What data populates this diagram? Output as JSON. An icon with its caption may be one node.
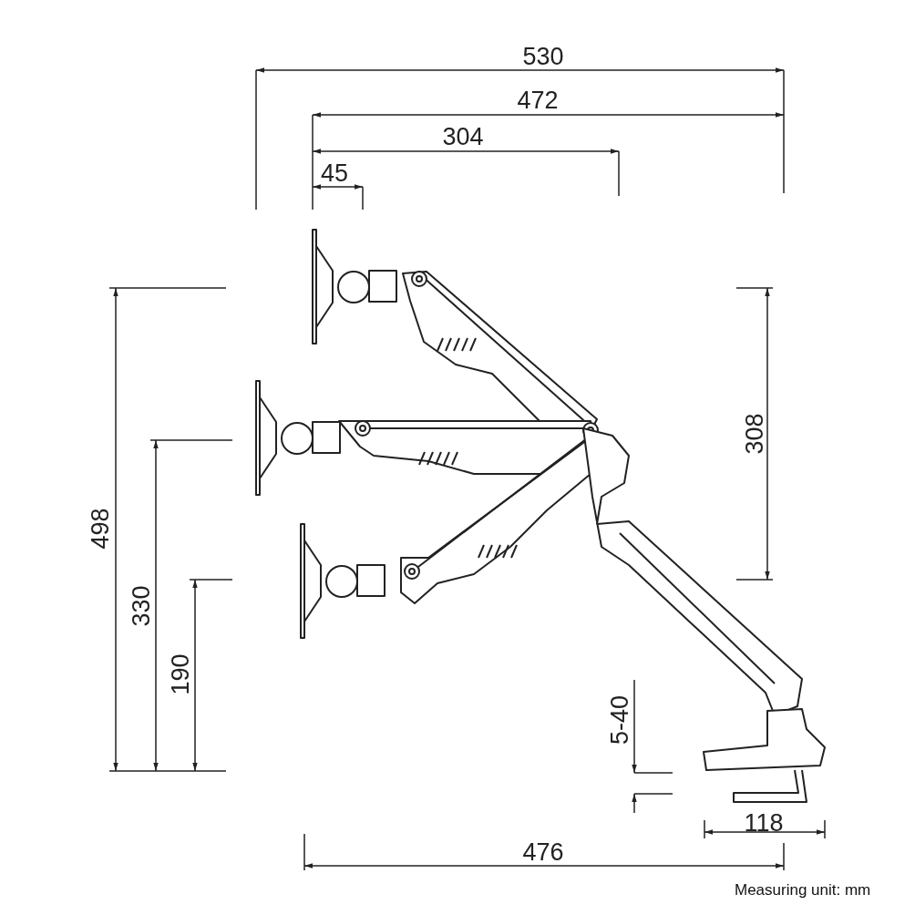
{
  "diagram": {
    "labels": [
      "530",
      "472",
      "304",
      "45",
      "498",
      "330",
      "190",
      "308",
      "5-40",
      "118",
      "476",
      "Measuring unit: mm"
    ]
  }
}
